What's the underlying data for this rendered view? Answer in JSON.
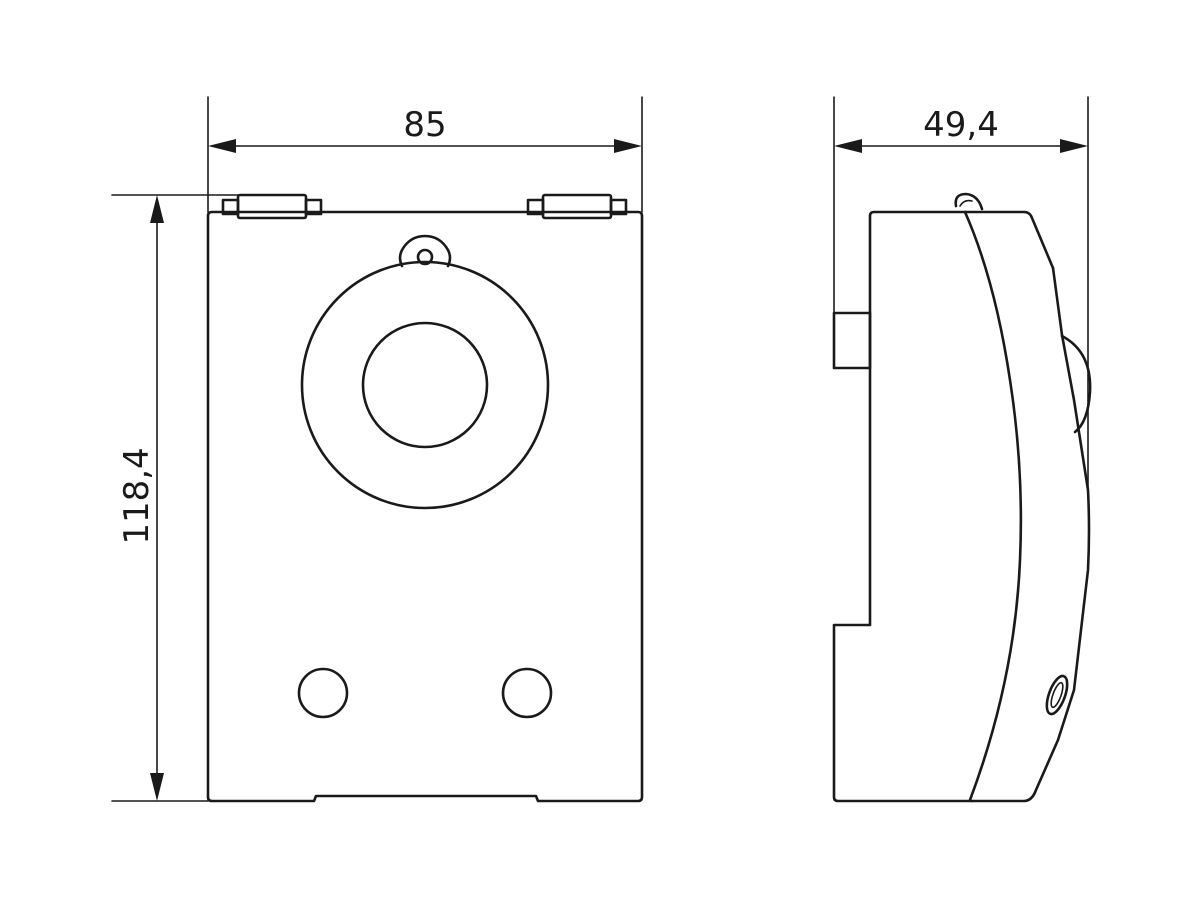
{
  "dimensions": {
    "front_width": "85",
    "front_height": "118,4",
    "side_depth": "49,4"
  },
  "colors": {
    "line": "#1a1a1a",
    "background": "#ffffff"
  }
}
